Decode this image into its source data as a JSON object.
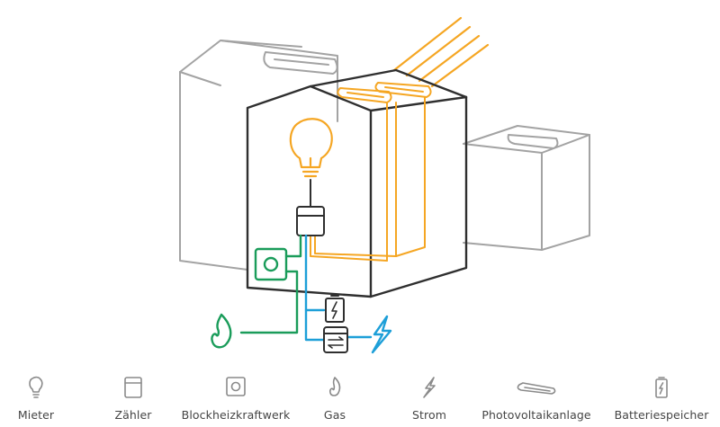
{
  "colors": {
    "outline_gray": "#9a9a9a",
    "outline_dark": "#2f2f2f",
    "solar_orange": "#f5a623",
    "chp_green": "#1a9c5a",
    "power_blue": "#1d9fd8",
    "label_text": "#444444"
  },
  "diagram": {
    "icons": {
      "tenant": "lightbulb-icon",
      "meter": "meter-icon",
      "chp": "chp-unit-icon",
      "gas": "flame-icon",
      "grid": "lightning-icon",
      "battery": "battery-icon",
      "inverter": "inverter-icon",
      "pv": "solar-panel-icon"
    }
  },
  "legend": {
    "items": [
      {
        "icon": "lightbulb-icon",
        "label": "Mieter"
      },
      {
        "icon": "meter-icon",
        "label": "Zähler"
      },
      {
        "icon": "chp-unit-icon",
        "label": "Blockheizkraftwerk"
      },
      {
        "icon": "flame-icon",
        "label": "Gas"
      },
      {
        "icon": "lightning-icon",
        "label": "Strom"
      },
      {
        "icon": "solar-panel-icon",
        "label": "Photovoltaikanlage"
      },
      {
        "icon": "battery-icon",
        "label": "Batteriespeicher"
      }
    ]
  }
}
